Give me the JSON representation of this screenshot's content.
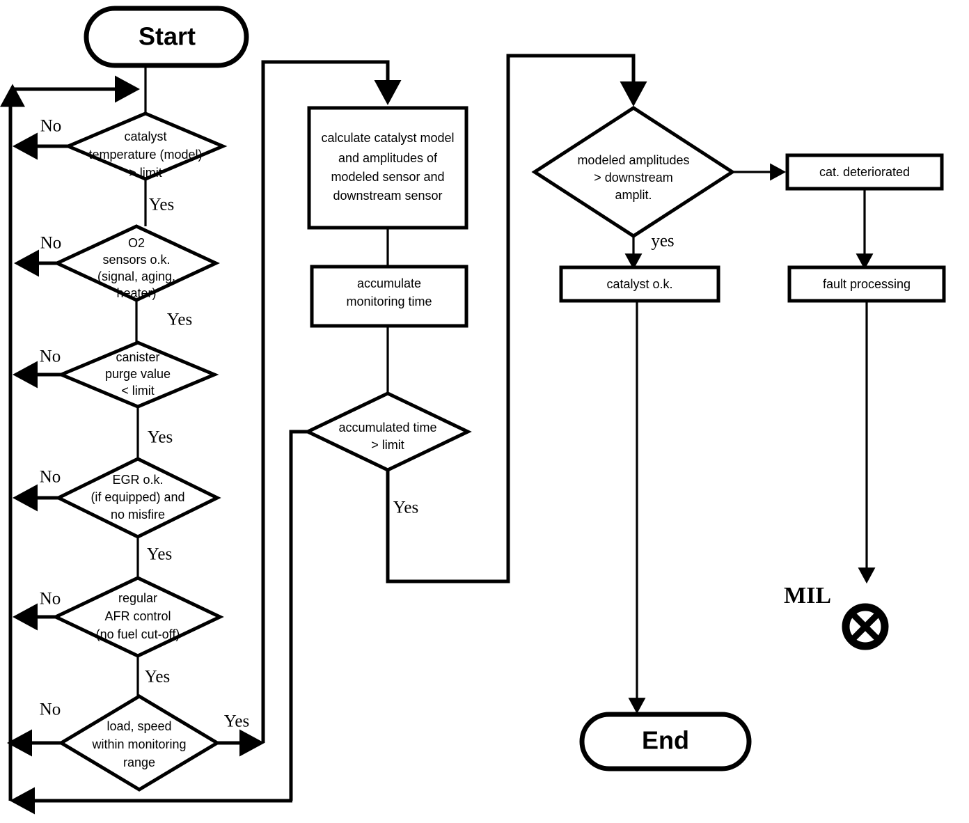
{
  "diagram": {
    "title": "Catalyst monitoring flowchart",
    "stroke_color": "#000000",
    "fill_color": "#ffffff",
    "background": "#ffffff"
  },
  "terminators": {
    "start": "Start",
    "end": "End"
  },
  "decisions": {
    "catalyst_temperature": {
      "line1": "catalyst",
      "line2": "temperature (model)",
      "line3": "> limit",
      "no_label": "No",
      "yes_label": "Yes"
    },
    "o2_sensors": {
      "line1": "O2",
      "line2": "sensors o.k.",
      "line3": "(signal, aging,",
      "line4": "heater)",
      "no_label": "No",
      "yes_label": "Yes"
    },
    "canister_purge": {
      "line1": "canister",
      "line2": "purge value",
      "line3": "< limit",
      "no_label": "No",
      "yes_label": "Yes"
    },
    "egr": {
      "line1": "EGR o.k.",
      "line2": "(if equipped) and",
      "line3": "no misfire",
      "no_label": "No",
      "yes_label": "Yes"
    },
    "afr_control": {
      "line1": "regular",
      "line2": "AFR control",
      "line3": "(no fuel cut-off)",
      "no_label": "No",
      "yes_label": "Yes"
    },
    "load_speed": {
      "line1": "load, speed",
      "line2": "within monitoring",
      "line3": "range",
      "no_label": "No",
      "yes_label": "Yes"
    },
    "accumulated_time": {
      "line1": "accumulated time",
      "line2": "> limit",
      "yes_label": "Yes"
    },
    "modeled_amplitudes": {
      "line1": "modeled amplitudes",
      "line2": "> downstream",
      "line3": "amplit.",
      "yes_label": "yes"
    }
  },
  "processes": {
    "calculate_model": {
      "line1": "calculate catalyst model",
      "line2": "and amplitudes of",
      "line3": "modeled sensor and",
      "line4": "downstream sensor"
    },
    "accumulate_time": {
      "line1": "accumulate",
      "line2": "monitoring  time"
    },
    "catalyst_ok": {
      "line1": "catalyst o.k."
    },
    "cat_deteriorated": {
      "line1": "cat. deteriorated"
    },
    "fault_processing": {
      "line1": "fault processing"
    }
  },
  "indicators": {
    "mil": {
      "label": "MIL",
      "icon": "crossed-circle-lamp-icon"
    }
  }
}
